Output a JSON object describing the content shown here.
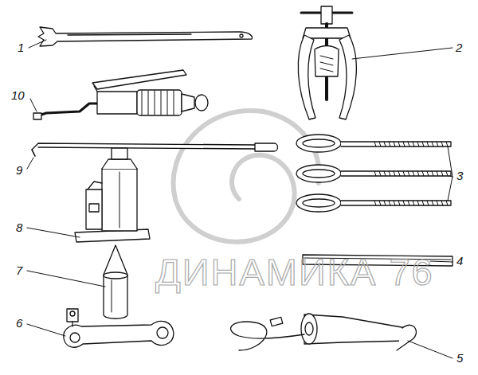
{
  "diagram": {
    "labels": [
      "1",
      "2",
      "10",
      "9",
      "3",
      "8",
      "7",
      "4",
      "ДИНАМИКА 76",
      "6",
      "5"
    ]
  }
}
